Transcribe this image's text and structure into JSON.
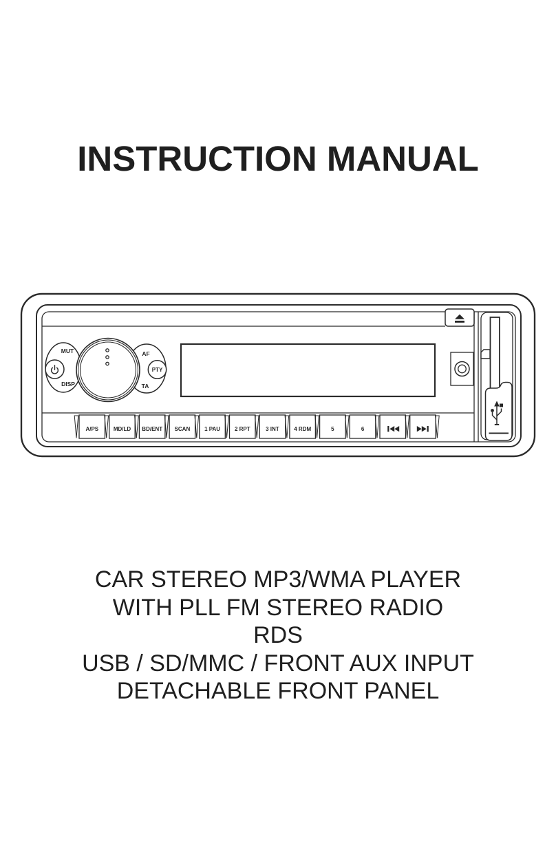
{
  "title": "INSTRUCTION MANUAL",
  "subtitle_lines": [
    "CAR STEREO MP3/WMA PLAYER",
    "WITH PLL FM STEREO RADIO",
    "RDS",
    "USB / SD/MMC / FRONT AUX INPUT",
    "DETACHABLE FRONT PANEL"
  ],
  "colors": {
    "ink": "#262626",
    "paper": "#ffffff"
  },
  "stereo_panel": {
    "controls": {
      "power_icon": "power-icon",
      "mute_label": "MUT",
      "display_label": "DISP",
      "af_label": "AF",
      "ta_label": "TA",
      "pty_label": "PTY",
      "eject_icon": "eject-icon",
      "aux_jack": "aux-input-jack",
      "sd_card_icon": "sd-card-icon",
      "sd_slot": "sd-card-slot",
      "usb_icon": "usb-icon",
      "previous_icon": "previous-track-icon",
      "next_icon": "next-track-icon"
    },
    "preset_buttons": [
      "A/PS",
      "MD/LD",
      "BD/ENT",
      "SCAN",
      "1 PAU",
      "2 RPT",
      "3 INT",
      "4 RDM",
      "5",
      "6"
    ]
  }
}
